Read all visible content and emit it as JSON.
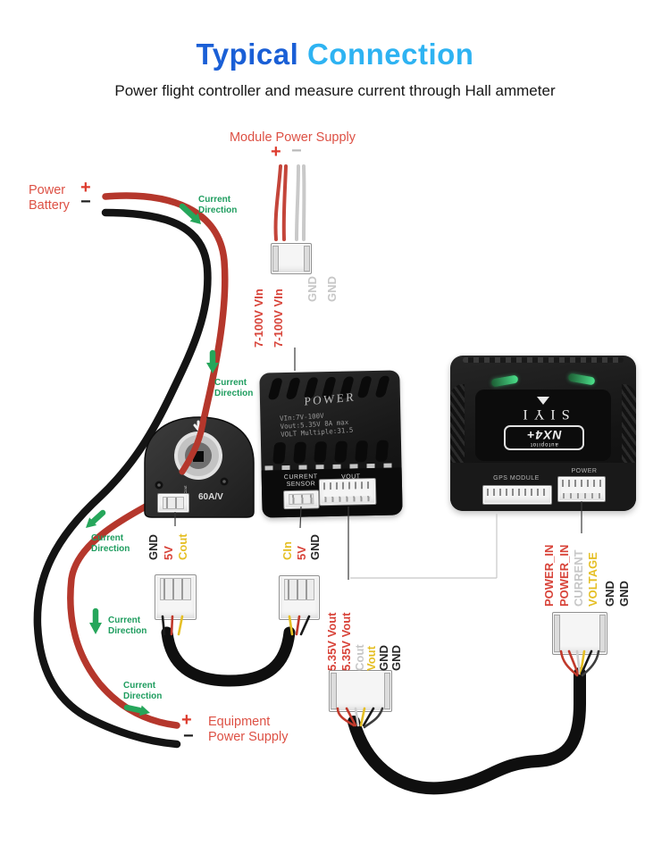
{
  "palette": {
    "title_blue": "#1a5fd6",
    "title_cyan": "#2eb3f2",
    "label_red": "#dd5145",
    "wire_red": "#b5372c",
    "wire_black": "#141414",
    "wire_gray": "#c9c9c9",
    "wire_yellow": "#e5bf25",
    "green_arrow": "#26a65b",
    "pin_gray": "#c7c7c7",
    "pin_yellow": "#e5bf25"
  },
  "header": {
    "title_part1": "Typical",
    "title_part2": " Connection",
    "subtitle": "Power flight controller and measure current through Hall ammeter"
  },
  "module_power_supply": {
    "label": "Module Power Supply",
    "plus": "+",
    "minus": "−"
  },
  "power_battery": {
    "line1": "Power",
    "line2": "Battery",
    "plus": "+",
    "minus": "−"
  },
  "equipment_power_supply": {
    "line1": "Equipment",
    "line2": "Power Supply",
    "plus": "+",
    "minus": "−"
  },
  "current_direction": {
    "line1": "Current",
    "line2": "Direction"
  },
  "top_pins": [
    {
      "label": "7-100V VIn"
    },
    {
      "label": "7-100V VIn"
    },
    {
      "label": "GND"
    },
    {
      "label": "GND"
    }
  ],
  "hall_sensor": {
    "rating": "60A/V",
    "port_label": "Cout"
  },
  "hall_pins": [
    {
      "label": "GND"
    },
    {
      "label": "5V"
    },
    {
      "label": "Cout"
    }
  ],
  "current_in_pins": [
    {
      "label": "CIn"
    },
    {
      "label": "5V"
    },
    {
      "label": "GND"
    }
  ],
  "vout_pins": [
    {
      "label": "5.35V Vout"
    },
    {
      "label": "5.35V Vout"
    },
    {
      "label": "Cout"
    },
    {
      "label": "Vout"
    },
    {
      "label": "GND"
    },
    {
      "label": "GND"
    }
  ],
  "fc_power_pins": [
    {
      "label": "POWER_IN"
    },
    {
      "label": "POWER_IN"
    },
    {
      "label": "CURRENT"
    },
    {
      "label": "VOLTAGE"
    },
    {
      "label": "GND"
    },
    {
      "label": "GND"
    }
  ],
  "power_module": {
    "name": "POWER",
    "spec_line1": "VIn:7V-100V",
    "spec_line2": "Vout:5.35V 8A max",
    "spec_line3": "VOLT Multiple:31.5",
    "port1_line1": "CURRENT",
    "port1_line2": "SENSOR",
    "port2": "VOUT"
  },
  "flight_controller": {
    "brand": "SIYI",
    "model": "NX4+",
    "model_sub": "autopilot",
    "port1": "GPS MODULE",
    "port2": "POWER"
  }
}
